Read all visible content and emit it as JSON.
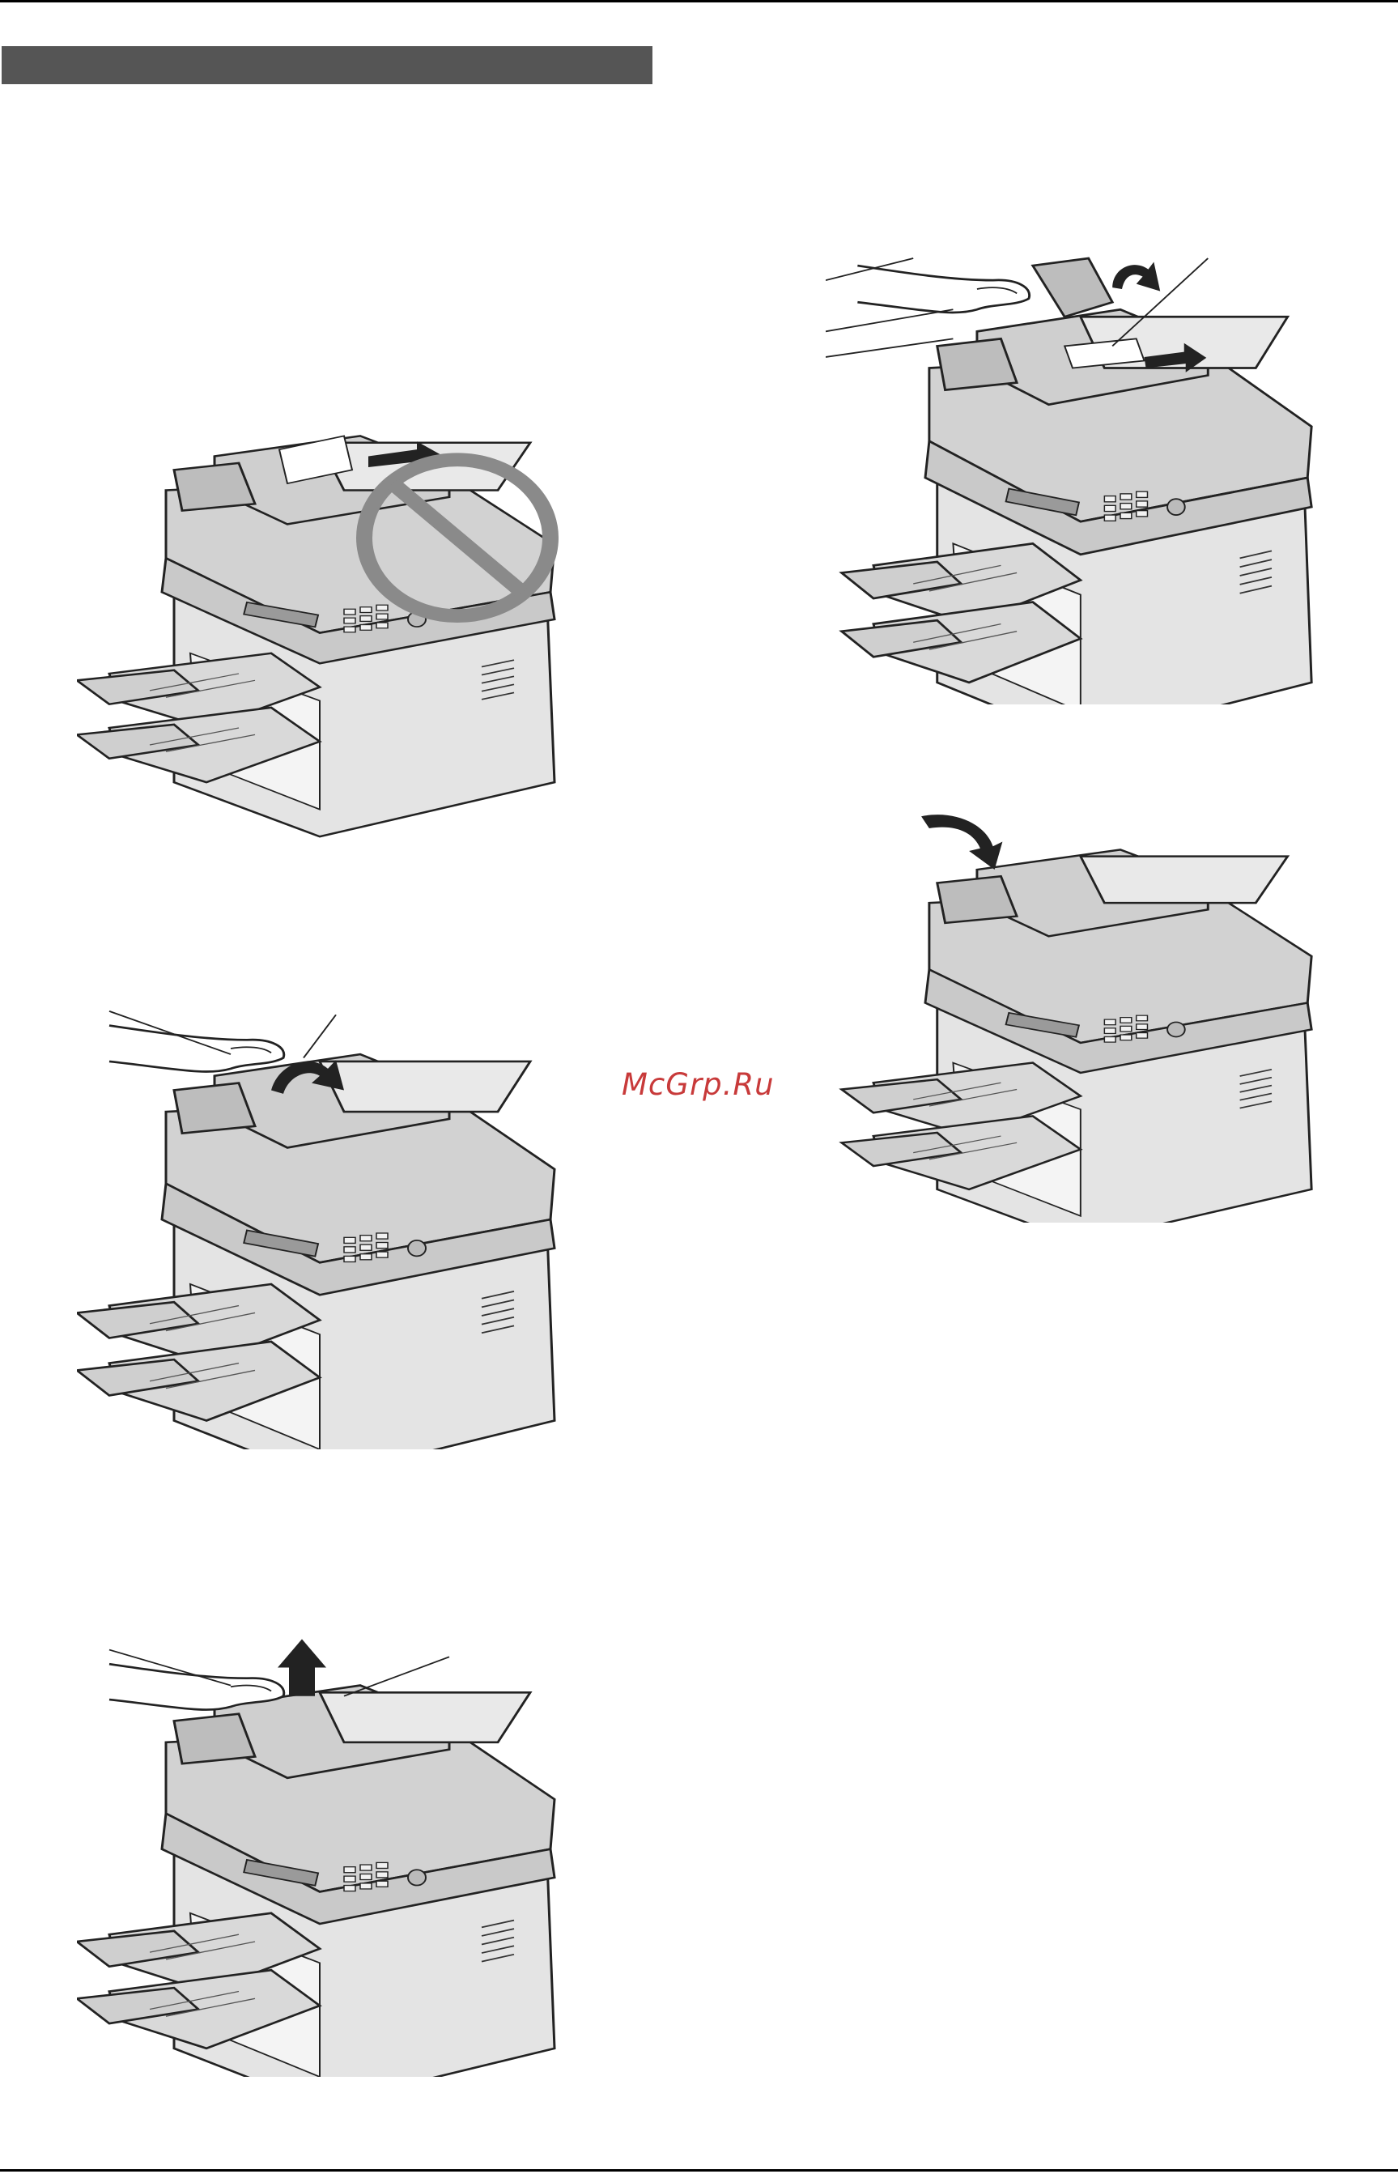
{
  "page": {
    "section_header": "",
    "watermark": "McGrp.Ru"
  },
  "figures": [
    {
      "id": "no-pull-jammed-paper",
      "icon": "prohibited-sign-icon",
      "callouts": 0
    },
    {
      "id": "open-adf-cover",
      "icon": "curved-arrow-icon",
      "callouts": 1
    },
    {
      "id": "lift-out-paper",
      "icon": "up-arrow-icon",
      "callouts": 1
    },
    {
      "id": "remove-jammed-document",
      "icon": "open-arrow-icon",
      "callouts": 3
    },
    {
      "id": "close-adf-cover",
      "icon": "close-arrow-icon",
      "callouts": 0
    }
  ]
}
